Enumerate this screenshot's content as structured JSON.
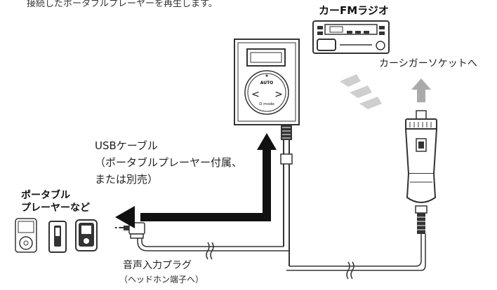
{
  "intro_text": "接続したポータブルプレーヤーを再生します。",
  "radio": {
    "title": "カーFMラジオ"
  },
  "socket_label": "カーシガーソケットへ",
  "usb_label": {
    "line1": "USBケーブル",
    "line2": "（ポータブルプレーヤー付属、",
    "line3": "または別売）"
  },
  "player_label": {
    "line1": "ポータブル",
    "line2": "プレーヤーなど"
  },
  "plug_label": {
    "main": "音声入力プラグ",
    "sub": "（ヘッドホン端子へ）"
  },
  "device": {
    "mode_top": "AUTO",
    "mode_bottom": "D mode",
    "left_arrow": "<",
    "right_arrow": ">"
  }
}
